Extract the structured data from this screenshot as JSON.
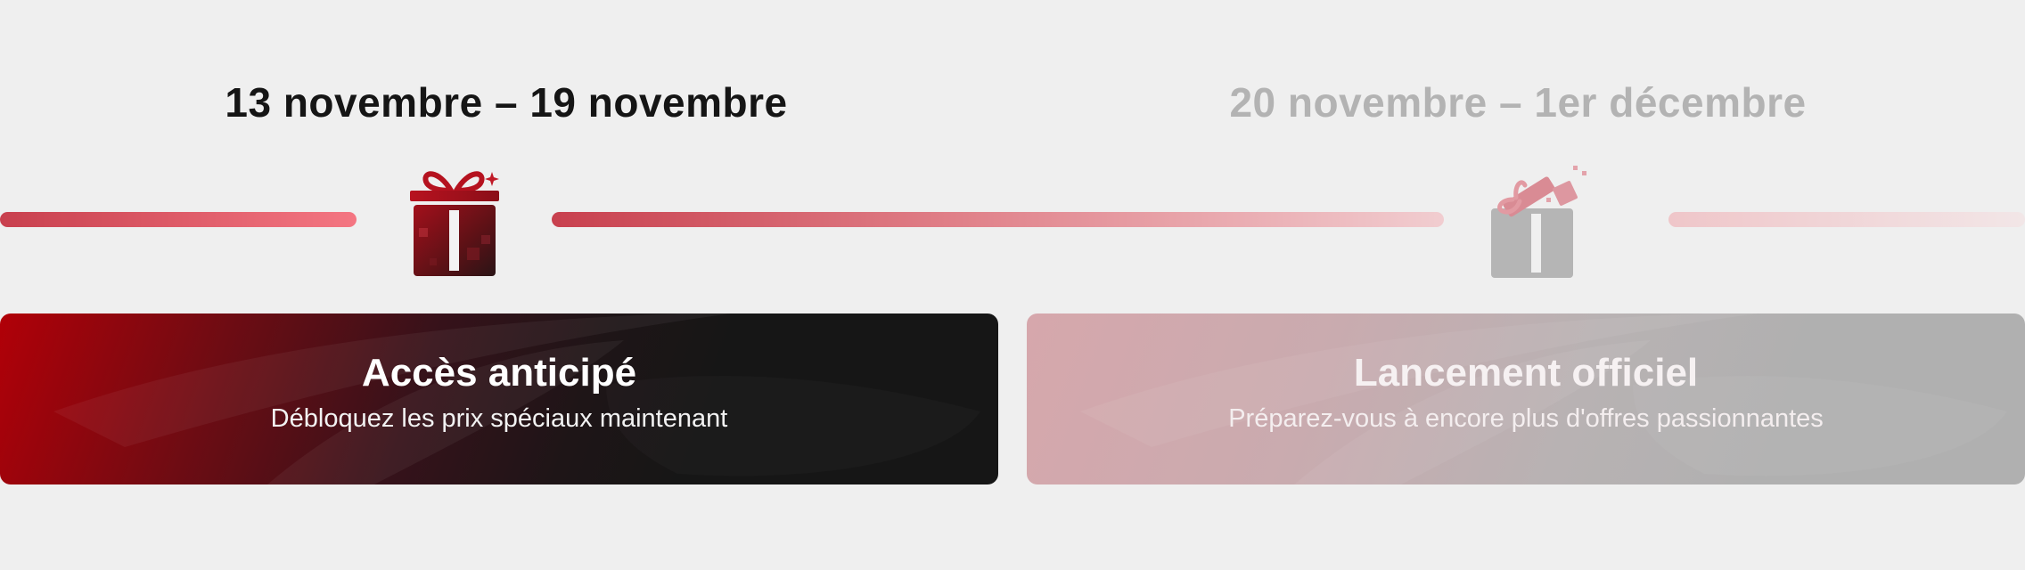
{
  "timeline": {
    "phases": [
      {
        "dates": "13 novembre – 19 novembre",
        "title": "Accès anticipé",
        "subtitle": "Débloquez les prix spéciaux maintenant",
        "icon": "gift-icon",
        "state": "active"
      },
      {
        "dates": "20 novembre – 1er décembre",
        "title": "Lancement officiel",
        "subtitle": "Préparez-vous à encore plus d'offres passionnantes",
        "icon": "open-gift-icon",
        "state": "upcoming"
      }
    ]
  },
  "colors": {
    "background": "#efefef",
    "accent_red": "#c8404e",
    "active_text": "#151515",
    "inactive_text": "#b3b3b3"
  }
}
